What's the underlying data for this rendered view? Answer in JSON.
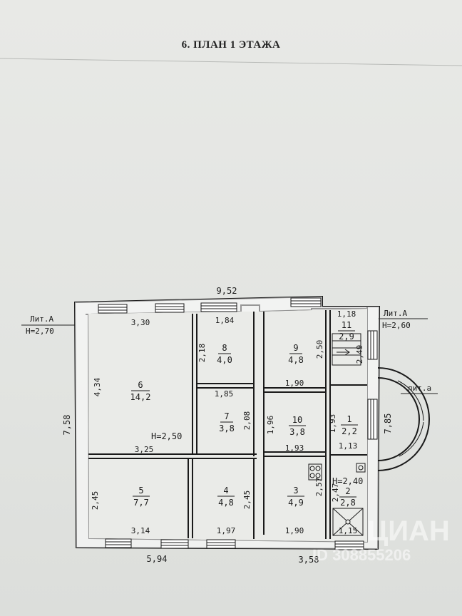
{
  "title": "6. ПЛАН 1 ЭТАЖА",
  "lit_left": {
    "name": "Лит.А",
    "height": "Н=2,70"
  },
  "lit_right": {
    "name": "Лит.А",
    "height": "Н=2,60"
  },
  "lit_small": "лит.а",
  "dimensions": {
    "top_total": "9,52",
    "bottom_left": "5,94",
    "bottom_right": "3,58",
    "left_total": "7,58",
    "right_arc": "7,85"
  },
  "rooms": [
    {
      "num": "6",
      "area": "14,2"
    },
    {
      "num": "8",
      "area": "4,0"
    },
    {
      "num": "7",
      "area": "3,8"
    },
    {
      "num": "9",
      "area": "4,8"
    },
    {
      "num": "10",
      "area": "3,8"
    },
    {
      "num": "11",
      "area": "2,9"
    },
    {
      "num": "1",
      "area": "2,2"
    },
    {
      "num": "5",
      "area": "7,7"
    },
    {
      "num": "4",
      "area": "4,8"
    },
    {
      "num": "3",
      "area": "4,9"
    },
    {
      "num": "2",
      "area": "2,8"
    }
  ],
  "heights": {
    "main": "Н=2,50",
    "room2": "Н=2,40"
  },
  "room_dims": {
    "r6_top": "3,30",
    "r6_side": "4,34",
    "r6_bottom": "3,25",
    "r8_top": "1,84",
    "r8_side": "2,18",
    "r7_top": "1,85",
    "r7_side": "2,08",
    "r9_side": "2,50",
    "r9_bottom": "1,90",
    "r10_left": "1,96",
    "r10_right": "1,93",
    "r10_bottom": "1,93",
    "r11_top": "1,18",
    "r11_side": "2,49",
    "r1_bottom": "1,13",
    "r5_side": "2,45",
    "r5_bottom": "3,14",
    "r4_side": "2,45",
    "r4_bottom": "1,97",
    "r3_side": "2,57",
    "r3_bottom": "1,90",
    "r2_side": "2,47",
    "r2_bottom": "1,15"
  },
  "watermark": {
    "brand": "ЦИАН",
    "id": "ID 308855206"
  }
}
